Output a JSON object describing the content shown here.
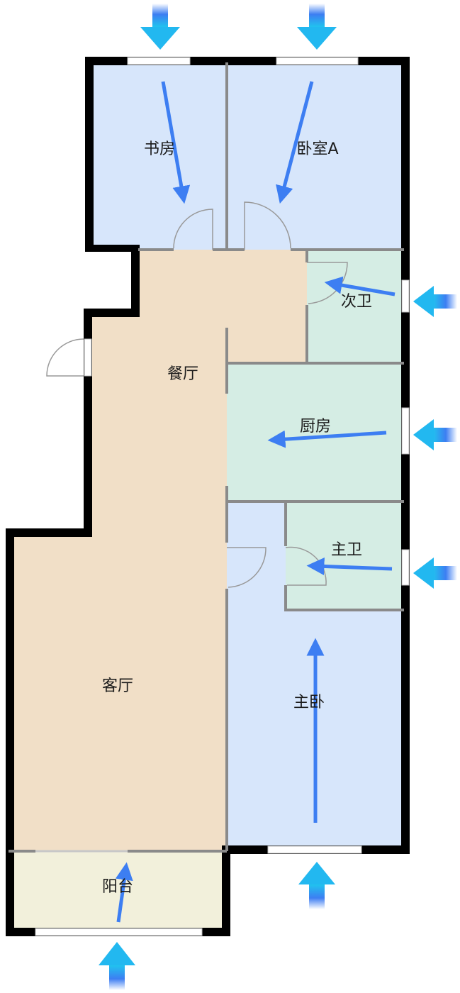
{
  "rooms": [
    {
      "id": "study",
      "label": "书房"
    },
    {
      "id": "bedroom-a",
      "label": "卧室A"
    },
    {
      "id": "second-bath",
      "label": "次卫"
    },
    {
      "id": "dining",
      "label": "餐厅"
    },
    {
      "id": "kitchen",
      "label": "厨房"
    },
    {
      "id": "master-bath",
      "label": "主卫"
    },
    {
      "id": "living",
      "label": "客厅"
    },
    {
      "id": "master-bedroom",
      "label": "主卧"
    },
    {
      "id": "balcony",
      "label": "阳台"
    }
  ],
  "colors": {
    "bedroom": "#d7e6fb",
    "living": "#f1dfc7",
    "wet": "#d5ede4",
    "balcony": "#f2f0db",
    "wall": "#000000",
    "partition": "#8a8a8a",
    "flow_arrow": "#3d7ef2",
    "wind_start": "#19d6ee",
    "wind_end": "#3d7ef2"
  },
  "icons": {
    "airflow_in": "wind-inflow-arrow-icon",
    "airflow_path": "airflow-path-arrow-icon"
  }
}
